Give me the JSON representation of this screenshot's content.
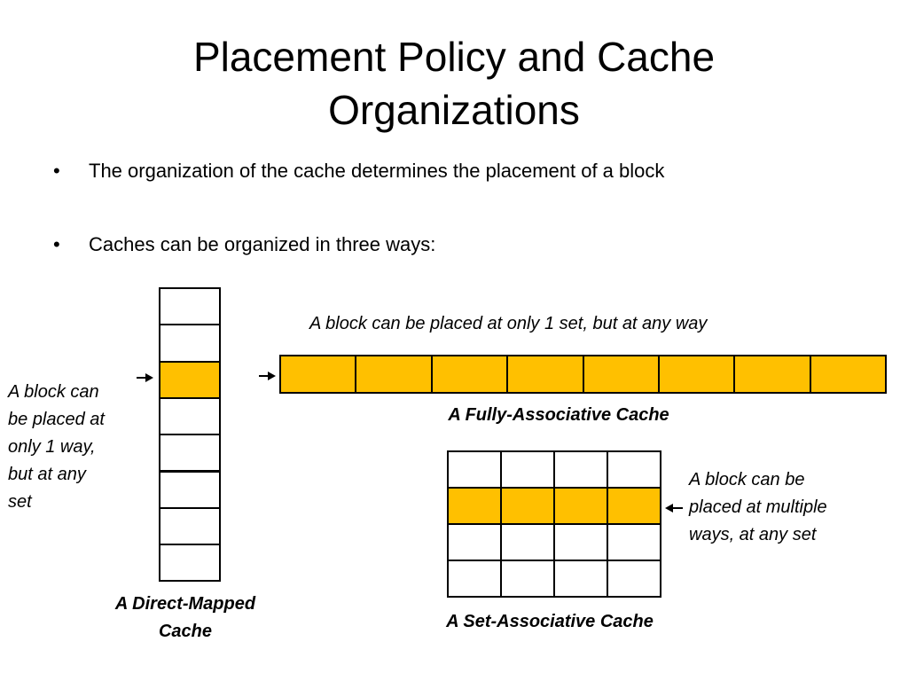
{
  "title_line1": "Placement Policy and Cache",
  "title_line2": "Organizations",
  "bullets": [
    "The organization of the cache determines the placement of a block",
    "Caches can be organized in three ways:"
  ],
  "bullet_glyph": "•",
  "direct_mapped": {
    "rows": 8,
    "highlight_row": 2,
    "note_lines": [
      "A block can",
      "be placed at",
      "only 1 way,",
      "but at any",
      "set"
    ],
    "caption_lines": [
      "A Direct-Mapped",
      "Cache"
    ]
  },
  "fully_associative": {
    "columns": 8,
    "note": "A block can be placed at only 1 set, but at any way",
    "caption": "A Fully-Associative Cache"
  },
  "set_associative": {
    "rows": 4,
    "columns": 4,
    "highlight_row": 1,
    "note_lines": [
      "A block can be",
      "placed at multiple",
      "ways, at any set"
    ],
    "caption": "A Set-Associative Cache"
  },
  "colors": {
    "highlight": "#FFC000",
    "empty": "#FFFFFF",
    "border": "#000000"
  }
}
